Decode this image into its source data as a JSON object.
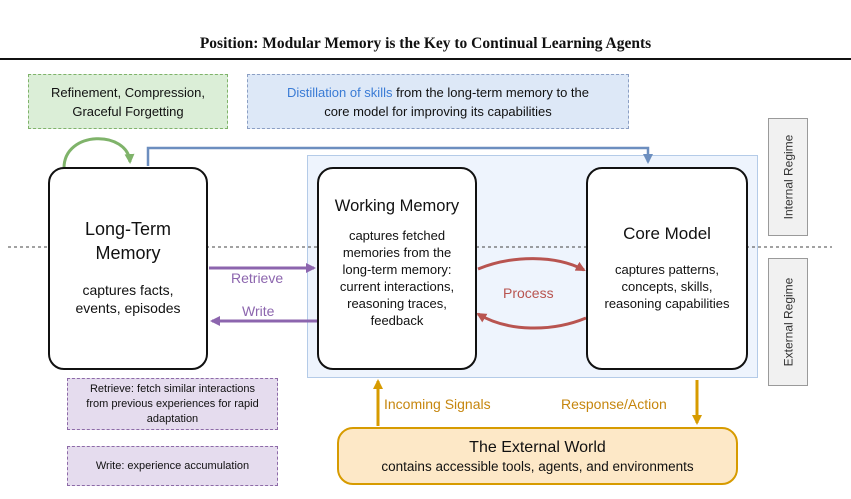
{
  "header": {
    "title": "Position: Modular Memory is the Key to Continual Learning Agents"
  },
  "notes": {
    "refinement_line1": "Refinement, Compression,",
    "refinement_line2": "Graceful Forgetting",
    "distillation_highlight": "Distillation of skills",
    "distillation_rest": " from the long-term memory to the",
    "distillation_line2": "core model for improving its capabilities",
    "retrieve_note_line1": "Retrieve: fetch similar interactions",
    "retrieve_note_line2": "from previous experiences for rapid",
    "retrieve_note_line3": "adaptation",
    "write_note": "Write: experience accumulation"
  },
  "regimes": {
    "internal": "Internal Regime",
    "external": "External Regime"
  },
  "boxes": {
    "long_term": {
      "title_line1": "Long-Term",
      "title_line2": "Memory",
      "desc_line1": "captures facts,",
      "desc_line2": "events, episodes"
    },
    "working": {
      "title": "Working Memory",
      "desc_line1": "captures fetched",
      "desc_line2": "memories from the",
      "desc_line3": "long-term memory:",
      "desc_line4": "current interactions,",
      "desc_line5": "reasoning traces,",
      "desc_line6": "feedback"
    },
    "core": {
      "title": "Core Model",
      "desc_line1": "captures patterns,",
      "desc_line2": "concepts, skills,",
      "desc_line3": "reasoning capabilities"
    },
    "external_world": {
      "title": "The External World",
      "desc": "contains accessible tools, agents, and environments"
    }
  },
  "arrows": {
    "retrieve": "Retrieve",
    "write": "Write",
    "process": "Process",
    "incoming": "Incoming Signals",
    "response": "Response/Action"
  },
  "colors": {
    "green_fill": "#dbeed7",
    "green_stroke": "#7fb36a",
    "blue_fill": "#dde8f7",
    "blue_stroke": "#8b9fc4",
    "blue_text": "#3a7bd5",
    "purple_fill": "#e5dcee",
    "purple_stroke": "#8d6aa8",
    "purple_text": "#8c65ae",
    "red": "#b85450",
    "orange": "#d79b00",
    "orange_fill": "#fde8c7",
    "orange_text": "#c6860e",
    "region_fill": "#eef4fd",
    "region_stroke": "#b4cbe8"
  }
}
